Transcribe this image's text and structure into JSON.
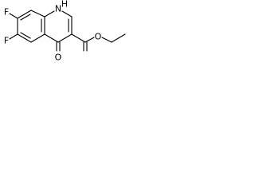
{
  "molecule": {
    "atoms": {
      "nh": "N",
      "nh_h": "H",
      "f_upper": "F",
      "f_lower": "F",
      "o_keto": "O",
      "o_ester": "O"
    }
  },
  "colors": {
    "bond": "#000000",
    "text": "#000000",
    "background": "#ffffff"
  }
}
